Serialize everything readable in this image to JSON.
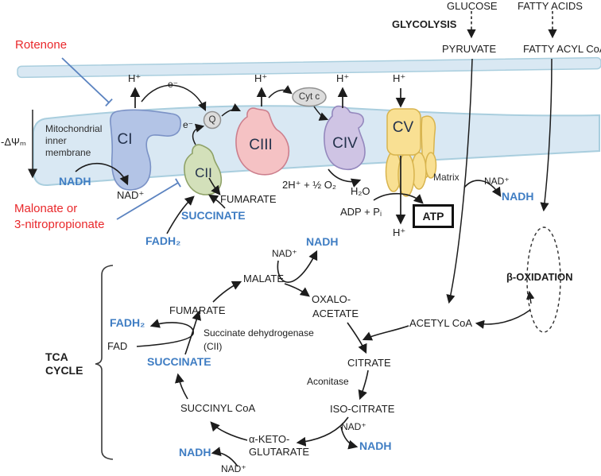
{
  "inputs": {
    "glucose": "GLUCOSE",
    "glycolysis": "GLYCOLYSIS",
    "pyruvate": "PYRUVATE",
    "fatty_acids": "FATTY ACIDS",
    "fatty_acyl_coa": "FATTY ACYL CoA"
  },
  "inhibitors": {
    "rotenone": "Rotenone",
    "malonate_line1": "Malonate or",
    "malonate_line2": "3-nitropropionate"
  },
  "membrane": {
    "label_line1": "Mitochondrial",
    "label_line2": "inner",
    "label_line3": "membrane",
    "delta_psi": "-ΔΨₘ",
    "matrix": "Matrix"
  },
  "etc": {
    "c1": "CI",
    "c2": "CII",
    "c3": "CIII",
    "c4": "CIV",
    "c5": "CV",
    "q": "Q",
    "cyt_c": "Cyt c",
    "h_plus": "H⁺",
    "e_minus": "e⁻",
    "nadh": "NADH",
    "nad_plus": "NAD⁺",
    "fadh2": "FADH₂",
    "succinate": "SUCCINATE",
    "fumarate": "FUMARATE",
    "oxygen": "2H⁺ + ½ O₂",
    "water": "H₂O",
    "adp_pi": "ADP + Pᵢ",
    "atp": "ATP"
  },
  "tca": {
    "title_line1": "TCA",
    "title_line2": "CYCLE",
    "malate": "MALATE",
    "oxaloacetate_line1": "OXALO-",
    "oxaloacetate_line2": "ACETATE",
    "citrate": "CITRATE",
    "aconitase": "Aconitase",
    "isocitrate": "ISO-CITRATE",
    "akg_line1": "α-KETO-",
    "akg_line2": "GLUTARATE",
    "succinyl_coa": "SUCCINYL CoA",
    "succinate": "SUCCINATE",
    "fumarate": "FUMARATE",
    "fad": "FAD",
    "fadh2": "FADH₂",
    "nad_plus": "NAD⁺",
    "nadh": "NADH",
    "sdh_line1": "Succinate dehydrogenase",
    "sdh_line2": "(CII)",
    "acetyl_coa": "ACETYL CoA"
  },
  "beta_oxidation": {
    "label": "β-OXIDATION"
  },
  "colors": {
    "blue_text": "#3f7dc3",
    "red_text": "#e9282b",
    "inhibitor_line": "#5b83c0",
    "membrane_fill": "#d9e8f3",
    "c1_fill": "#b3c4e6",
    "c2_fill": "#d3e0ba",
    "c3_fill": "#f5c2c4",
    "c4_fill": "#cfc4e4",
    "c5_fill": "#f9e093",
    "carrier_fill": "#dcdcdc"
  }
}
